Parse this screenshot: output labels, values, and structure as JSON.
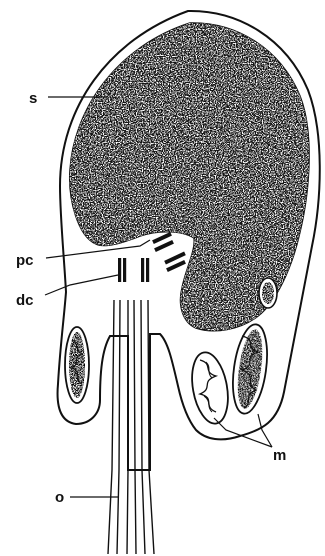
{
  "labels": {
    "s": "s",
    "pc": "pc",
    "dc": "dc",
    "o": "o",
    "m": "m"
  },
  "colors": {
    "ink": "#111111",
    "paper": "#ffffff"
  }
}
